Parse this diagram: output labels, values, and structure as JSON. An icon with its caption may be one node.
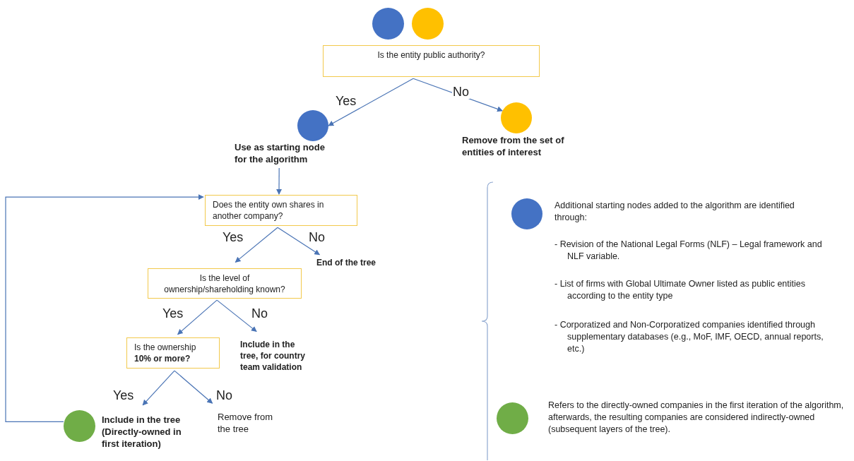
{
  "diagram": {
    "nodes": [
      {
        "text": [],
        "shape": "circle"
      },
      {
        "text": [],
        "shape": "circle"
      },
      {
        "text": [
          "Is the entity public authority?"
        ]
      },
      {
        "text": [],
        "shape": "circle",
        "beside": [
          "Use as starting node for the algorithm"
        ]
      },
      {
        "text": [],
        "shape": "circle",
        "beside": [
          "Remove from the set of entities of interest"
        ]
      },
      {
        "text": [
          "Does the entity own shares in another company?"
        ]
      },
      {
        "text": [
          "End of the tree"
        ]
      },
      {
        "text": [
          "Is the level of ownership/shareholding known?"
        ]
      },
      {
        "text": [
          "Include in the tree, for country team validation"
        ]
      },
      {
        "text": [
          "Is the ownership **10% or more?**"
        ]
      },
      {
        "text": [],
        "shape": "circle",
        "beside": [
          "Include in the tree (Directly-owned in first iteration)"
        ]
      },
      {
        "text": [
          "Remove from the tree"
        ]
      },
      {
        "text": [],
        "shape": "circle",
        "beside": [
          "Additional starting nodes added to the algorithm are identified through:",
          "- Revision of the National Legal Forms (NLF) – Legal framework and NLF variable.",
          "- List of firms with Global Ultimate Owner listed as public entities according to the entity type",
          "- Corporatized and Non-Corporatized companies identified through supplementary databases (e.g., MoF, IMF, OECD, annual reports, etc.)"
        ]
      },
      {
        "text": [],
        "shape": "circle",
        "beside": [
          "Refers to the directly-owned companies in the first iteration of the algorithm, afterwards, the resulting companies are considered indirectly-owned (subsequent layers of the tree)."
        ]
      }
    ],
    "edges": [
      {
        "from": 2,
        "to": 3,
        "arrow": "to",
        "label": "Yes"
      },
      {
        "from": 2,
        "to": 4,
        "arrow": "to",
        "label": "No"
      },
      {
        "from": 3,
        "to": 5,
        "arrow": "to"
      },
      {
        "from": 5,
        "to": 7,
        "arrow": "to",
        "label": "Yes"
      },
      {
        "from": 5,
        "to": 6,
        "arrow": "to",
        "label": "No"
      },
      {
        "from": 7,
        "to": 9,
        "arrow": "to",
        "label": "Yes"
      },
      {
        "from": 7,
        "to": 8,
        "arrow": "to",
        "label": "No"
      },
      {
        "from": 9,
        "to": 10,
        "arrow": "to",
        "label": "Yes"
      },
      {
        "from": 9,
        "to": 11,
        "arrow": "to",
        "label": "No"
      },
      {
        "from": 10,
        "to": 5,
        "arrow": "to"
      }
    ]
  }
}
